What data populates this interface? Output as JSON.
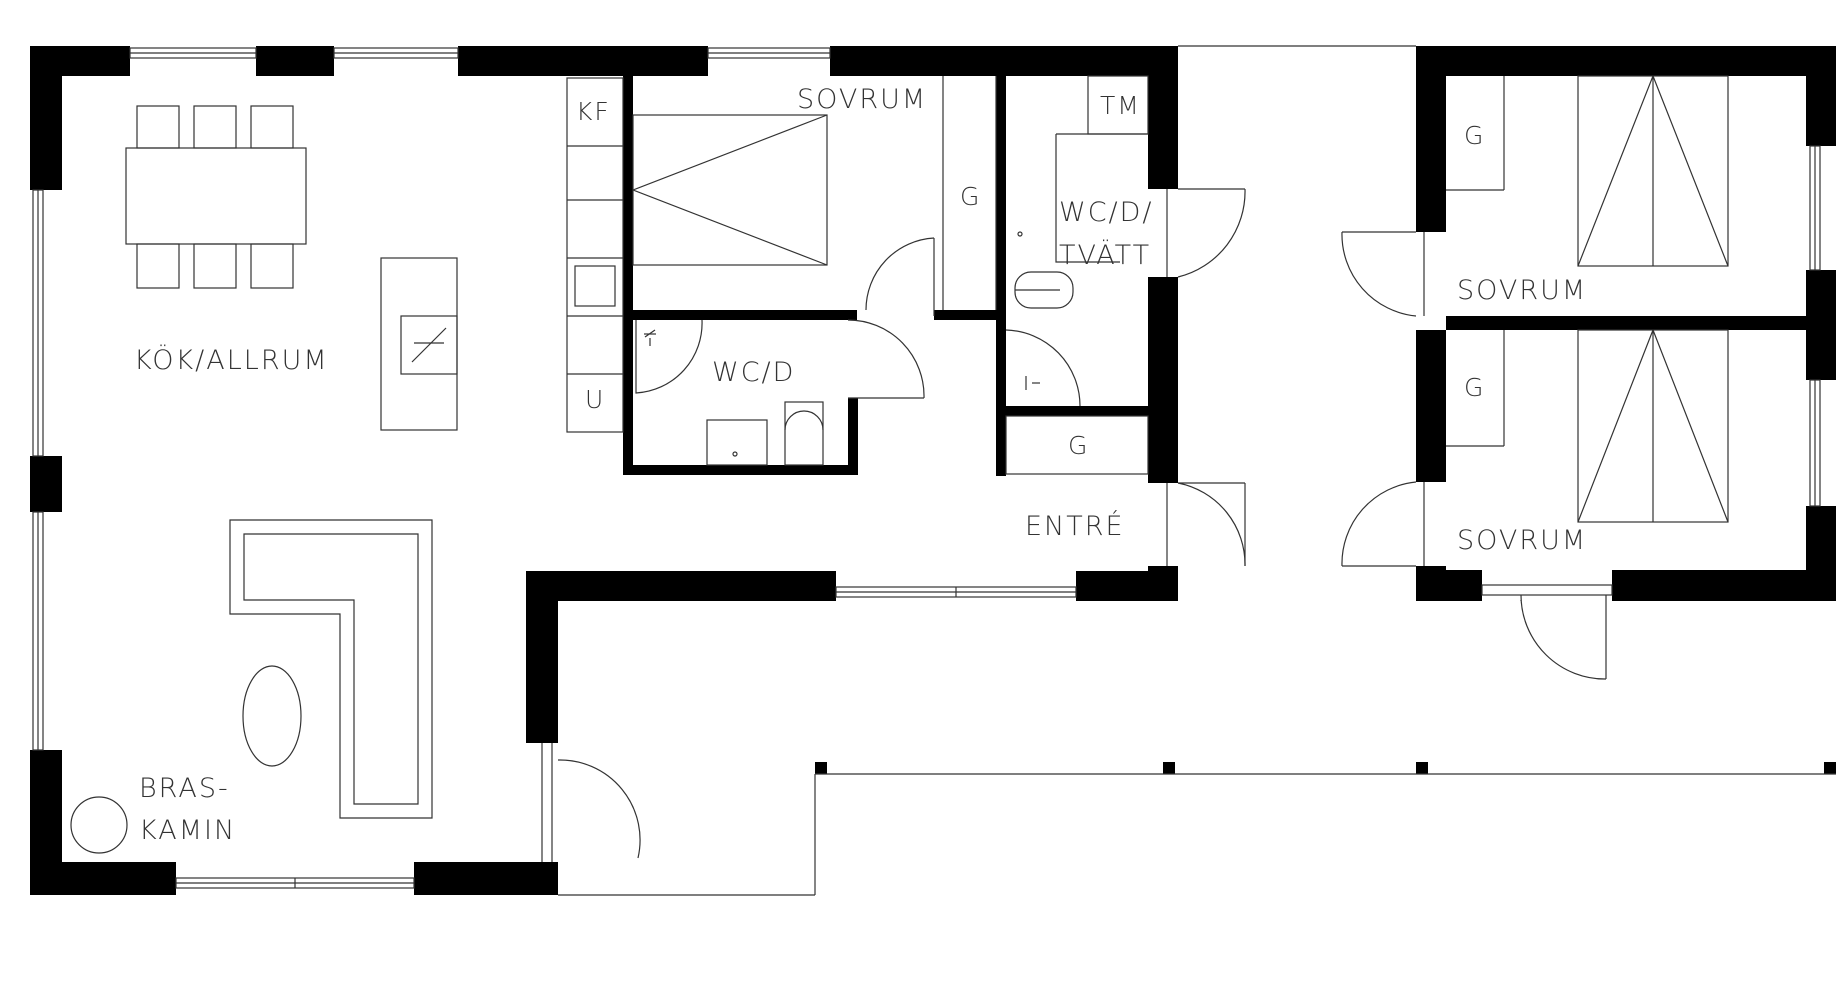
{
  "rooms": {
    "kok_allrum": "KÖK/ALLRUM",
    "sovrum_center": "SOVRUM",
    "wc_d": "WC/D",
    "wc_d_tvatt_line1": "WC/D/",
    "wc_d_tvatt_line2": "TVÄTT",
    "entre": "ENTRÉ",
    "sovrum_upper_right": "SOVRUM",
    "sovrum_lower_right": "SOVRUM",
    "braskamin_line1": "BRAS-",
    "braskamin_line2": "KAMIN"
  },
  "fixtures": {
    "kf": "KF",
    "u": "U",
    "g_center": "G",
    "tm": "TM",
    "g_hall": "G",
    "g_upper_right": "G",
    "g_lower_right": "G"
  },
  "colors": {
    "wall": "#000000",
    "line": "#333333",
    "background": "#ffffff"
  }
}
